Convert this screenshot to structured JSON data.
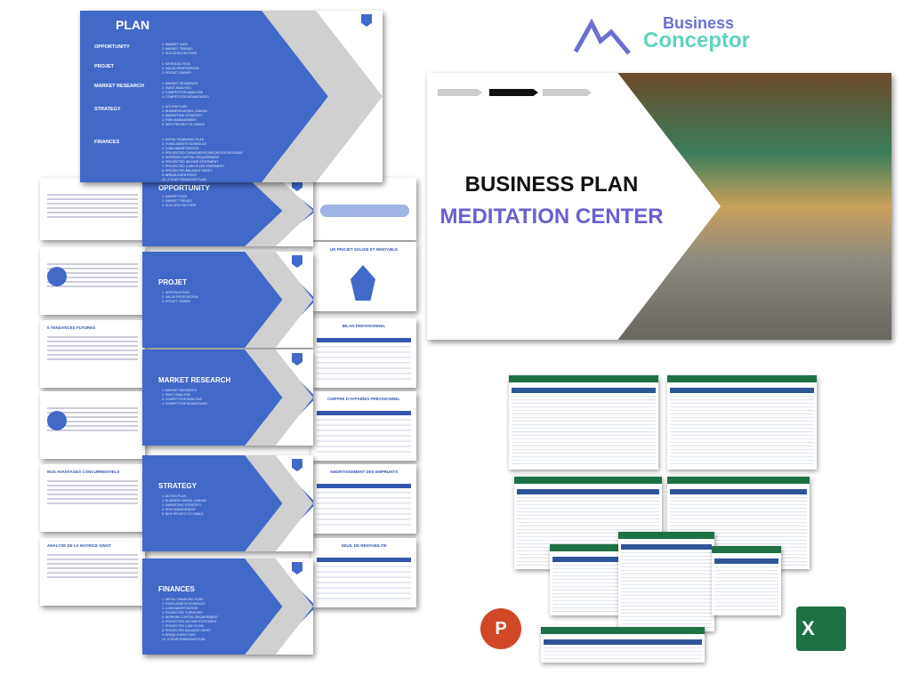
{
  "logo": {
    "line1": "Business",
    "line2": "Conceptor",
    "color1": "#6a6fd6",
    "color2": "#5ed3c0"
  },
  "plan_slide": {
    "title": "PLAN",
    "sections": [
      {
        "label": "OPPORTUNITY",
        "items": [
          "1. MARKET DATA",
          "2. MARKET TRENDS",
          "3. SUCCESS FACTORS"
        ]
      },
      {
        "label": "PROJET",
        "items": [
          "1. INTRODUCTION",
          "2. VALUE PROPOSITION",
          "3. PROJET OWNER"
        ]
      },
      {
        "label": "MARKET RESEARCH",
        "items": [
          "1. MARKET SEGMENTS",
          "2. SWOT ANALYSIS",
          "3. COMPETITOR ANALYSIS",
          "4. COMPETITOR ADVANTAGES"
        ]
      },
      {
        "label": "STRATEGY",
        "items": [
          "1. ACTION PLAN",
          "2. BUSINESS MODEL CANVAS",
          "3. MARKETING STRATEGY",
          "4. RISK MANAGEMENT",
          "5. WHY PROJECT IS VIABLE"
        ]
      },
      {
        "label": "FINANCES",
        "items": [
          "1. INITIAL FINANCING PLAN",
          "2. FIXED ASSETS SCHEDULE",
          "3. LOAN AMORTIZATION",
          "4. PROJECTED TURNOVER/FORECASTED REVENUE",
          "5. WORKING CAPITAL REQUIREMENT",
          "6. PROJECTED INCOME STATEMENT",
          "7. PROJECTED CASH FLOW STATEMENT",
          "8. PROJECTED BALANCE SHEET",
          "9. BREAK-EVEN POINT",
          "10. 3 YEAR FINANCING PLAN"
        ]
      }
    ]
  },
  "section_slides": [
    {
      "title": "OPPORTUNITY",
      "items": [
        "1. MARKET DATA",
        "2. MARKET TRENDS",
        "3. SUCCESS FACTORS"
      ]
    },
    {
      "title": "PROJET",
      "items": [
        "1. INTRODUCTION",
        "2. VALUE PROPOSITION",
        "3. PROJET OWNER"
      ]
    },
    {
      "title": "MARKET RESEARCH",
      "items": [
        "1. MARKET SEGMENTS",
        "2. SWOT ANALYSIS",
        "3. COMPETITOR ANALYSIS",
        "4. COMPETITOR ADVANTAGES"
      ]
    },
    {
      "title": "STRATEGY",
      "items": [
        "1. ACTION PLAN",
        "2. BUSINESS MODEL CANVAS",
        "3. MARKETING STRATEGY",
        "4. RISK MANAGEMENT",
        "5. WHY PROJECT IS VIABLE"
      ]
    },
    {
      "title": "FINANCES",
      "items": [
        "1. INITIAL FINANCING PLAN",
        "2. FIXED ASSETS SCHEDULE",
        "3. LOAN AMORTIZATION",
        "4. PROJECTED TURNOVER",
        "5. WORKING CAPITAL REQUIREMENT",
        "6. PROJECTED INCOME STATEMENT",
        "7. PROJECTED CASH FLOW",
        "8. PROJECTED BALANCE SHEET",
        "9. BREAK-EVEN POINT",
        "10. 3 YEAR FINANCING PLAN"
      ]
    }
  ],
  "right_slides": [
    "",
    "UN PROJET SOLIDE ET RENTABLE",
    "BILAN PREVISIONNEL",
    "CHIFFRE D'AFFAIRES PRÉVISIONNEL",
    "AMORTISSEMENT DES EMPRUNTS",
    "SEUIL DE RENTABILITÉ"
  ],
  "left_slides": [
    "",
    "",
    "5 TENDANCES FUTURES",
    "",
    "NOS AVANTAGES CONCURRENTIELS",
    "ANALYSE DE LA MATRICE SWOT"
  ],
  "cover": {
    "title": "BUSINESS PLAN",
    "subtitle": "MEDITATION CENTER",
    "subtitle_color": "#6a5fd0"
  },
  "apps": [
    {
      "icon": "powerpoint-icon",
      "letter": "P",
      "color": "#d24726"
    },
    {
      "icon": "excel-icon",
      "letter": "X",
      "color": "#1e7145"
    }
  ]
}
